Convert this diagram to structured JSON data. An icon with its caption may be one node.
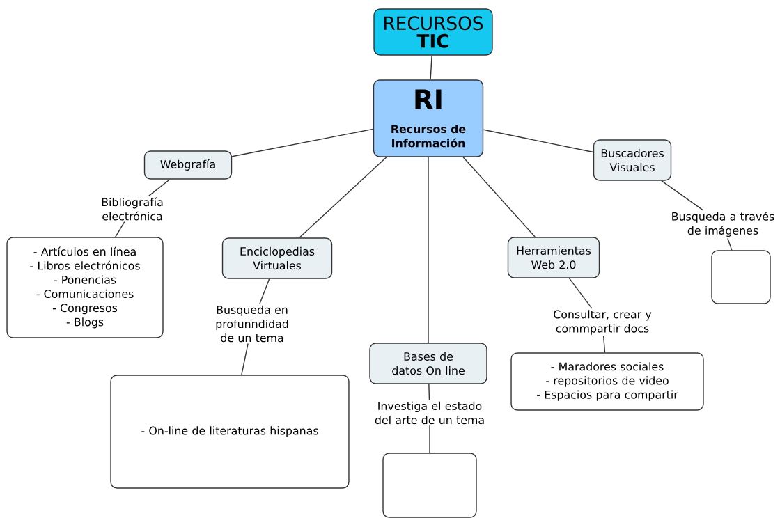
{
  "diagram": {
    "nodes": [
      {
        "text": [
          "RECURSOS",
          "TIC"
        ]
      },
      {
        "text": [
          "RI",
          "Recursos de Información"
        ]
      },
      {
        "text": [
          "Webgrafía"
        ]
      },
      {
        "text": [
          "Bibliografía electrónica"
        ]
      },
      {
        "text": [
          "- Artículos en línea",
          "- Libros electrónicos",
          "- Ponencias",
          "- Comunicaciones",
          "- Congresos",
          "- Blogs"
        ]
      },
      {
        "text": [
          "Enciclopedias Virtuales"
        ]
      },
      {
        "text": [
          "Busqueda en profunndidad de un tema"
        ]
      },
      {
        "text": [
          "- On-line de literaturas hispanas"
        ]
      },
      {
        "text": [
          "Bases de datos On line"
        ]
      },
      {
        "text": [
          "Investiga el estado del arte de un tema"
        ]
      },
      {
        "text": [],
        "shape": "box"
      },
      {
        "text": [
          "Herramientas Web 2.0"
        ]
      },
      {
        "text": [
          "Consultar, crear y commpartir docs"
        ]
      },
      {
        "text": [
          "- Maradores sociales",
          "- repositorios de video",
          "- Espacios para compartir"
        ]
      },
      {
        "text": [
          "Buscadores Visuales"
        ]
      },
      {
        "text": [
          "Busqueda a través de imágenes"
        ]
      },
      {
        "text": [],
        "shape": "box"
      }
    ],
    "edges": [
      {
        "from": 0,
        "to": 1,
        "arrow": "none"
      },
      {
        "from": 1,
        "to": 2,
        "arrow": "none"
      },
      {
        "from": 2,
        "to": 3,
        "arrow": "none"
      },
      {
        "from": 3,
        "to": 4,
        "arrow": "none"
      },
      {
        "from": 1,
        "to": 5,
        "arrow": "none"
      },
      {
        "from": 5,
        "to": 6,
        "arrow": "none"
      },
      {
        "from": 6,
        "to": 7,
        "arrow": "none"
      },
      {
        "from": 1,
        "to": 8,
        "arrow": "none"
      },
      {
        "from": 8,
        "to": 9,
        "arrow": "none"
      },
      {
        "from": 9,
        "to": 10,
        "arrow": "none"
      },
      {
        "from": 1,
        "to": 11,
        "arrow": "none"
      },
      {
        "from": 11,
        "to": 12,
        "arrow": "none"
      },
      {
        "from": 12,
        "to": 13,
        "arrow": "none"
      },
      {
        "from": 1,
        "to": 14,
        "arrow": "none"
      },
      {
        "from": 14,
        "to": 15,
        "arrow": "none"
      },
      {
        "from": 15,
        "to": 16,
        "arrow": "none"
      }
    ]
  }
}
